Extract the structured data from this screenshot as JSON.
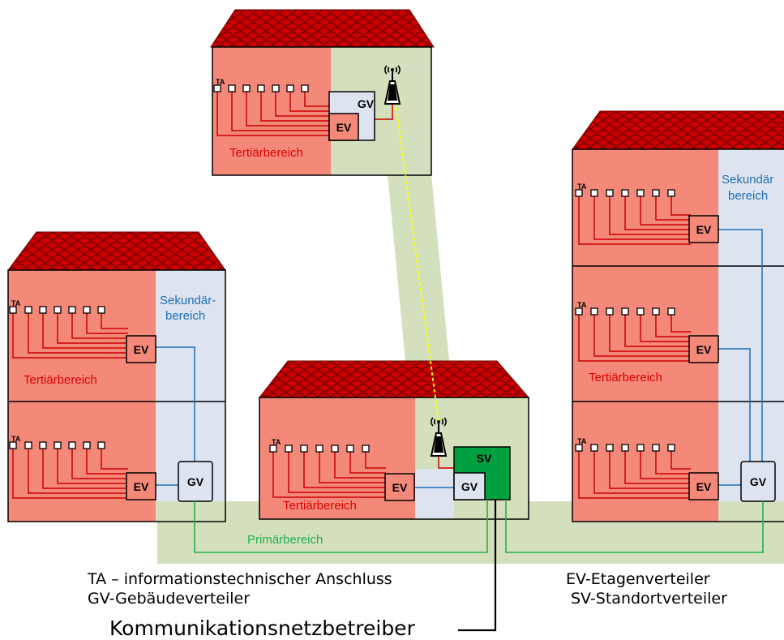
{
  "labels": {
    "ta": "TA",
    "ev": "EV",
    "gv": "GV",
    "sv": "SV",
    "tertiaer": "Tertiärbereich",
    "sekundaer_line1": "Sekundär-",
    "sekundaer_line2": "bereich",
    "sekundaer_right_line1": "Sekundär",
    "primaer": "Primärbereich"
  },
  "legend": {
    "ta": "TA – informationstechnischer Anschluss",
    "gv": "GV-Gebäudeverteiler",
    "ev": "EV-Etagenverteiler",
    "sv": "SV-Standortverteiler",
    "provider": "Kommunikationsnetzbetreiber"
  },
  "colors": {
    "roof": "#cc0000",
    "tertiary_bg": "#f4897a",
    "secondary_bg": "#dde4ef",
    "primary_bg": "#d4e0bd",
    "tertiary_text": "#e00000",
    "secondary_text": "#1f6fb5",
    "primary_line": "#22b14c",
    "secondary_line": "#1f6fb5",
    "sv_fill": "#00a040",
    "radio_link": "#ffff00"
  },
  "icons": [
    "antenna-icon",
    "ta-socket-icon"
  ]
}
